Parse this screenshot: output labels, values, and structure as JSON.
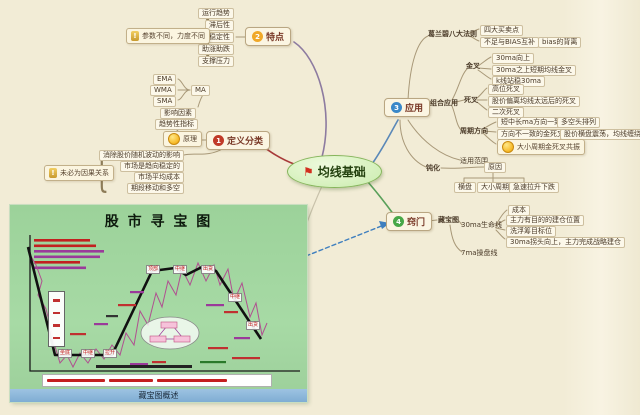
{
  "center": {
    "label": "均线基础"
  },
  "tedian": {
    "label": "特点",
    "num": "2",
    "items": [
      "运行趋势",
      "滞后性",
      "稳定性",
      "助涨助跌",
      "支撑压力"
    ],
    "note": "参数不同，力度不同"
  },
  "dingyi": {
    "label": "定义分类",
    "num": "1",
    "yuanli": "原理",
    "ema": "EMA",
    "wma": "WMA",
    "sma": "SMA",
    "ma": "MA",
    "yingxiang": "影响因素",
    "qushi": "趋势性指标",
    "principles": [
      "消除股价随机波动的影响",
      "市场是趋向稳定的",
      "市场平均成本",
      "期段移动和多空"
    ],
    "note": "未必为因果关系"
  },
  "yingyong": {
    "label": "应用",
    "num": "3",
    "gelanbi": {
      "label": "葛兰碧八大法则",
      "c1": "四大买卖点",
      "c2": "不足与BIAS互补",
      "c2r": "bias的背离"
    },
    "zuhe": {
      "label": "组合应用"
    },
    "jincha": {
      "label": "金叉",
      "c1": "30ma向上",
      "c2": "30ma之上短期均线金叉",
      "c3": "k线站稳30ma"
    },
    "sicha": {
      "label": "死叉",
      "c1": "高位死叉",
      "c2": "股价偏离均线太远后的死叉",
      "c3": "二次死叉"
    },
    "zhouqi": {
      "label": "周期方向",
      "c1": "短中长ma方向一致",
      "c1r": "多空头排列",
      "c2": "方向不一致的金死叉",
      "c2r": "股价横盘震荡，均线缠绕",
      "c3": "大小周期金死叉共振"
    },
    "shiyong": "适用范围",
    "dunhua": {
      "label": "钝化",
      "reason": "原因",
      "cause1": "横盘",
      "cause2": "大小周期",
      "cause3": "急速拉升下跌"
    }
  },
  "qiaomen": {
    "label": "窍门",
    "num": "4",
    "cangbaotu": "藏宝图",
    "line30": {
      "label": "30ma生命线",
      "c1": "成本",
      "c2": "主力有目的的建仓位置",
      "c3": "洗浮筹目标位",
      "c4": "30ma拐头向上，主力完成战略建仓"
    },
    "line7": "7ma操盘线"
  },
  "chart_image": {
    "title": "股 市 寻 宝 图",
    "footer": "藏宝图概述",
    "stages_bottom": [
      "坐底",
      "中继",
      "拉升"
    ],
    "stages_top": [
      "顶部",
      "中继",
      "出货"
    ],
    "stages_right": [
      "中继",
      "出货"
    ]
  },
  "colors": {
    "num1": "#c03a28",
    "num2": "#f0a828",
    "num3": "#3a88c8",
    "num4": "#48a848",
    "accent_center": "#86b55c",
    "arrow_dashed": "#3f7fbf",
    "chart_green": "#9cd29a"
  }
}
